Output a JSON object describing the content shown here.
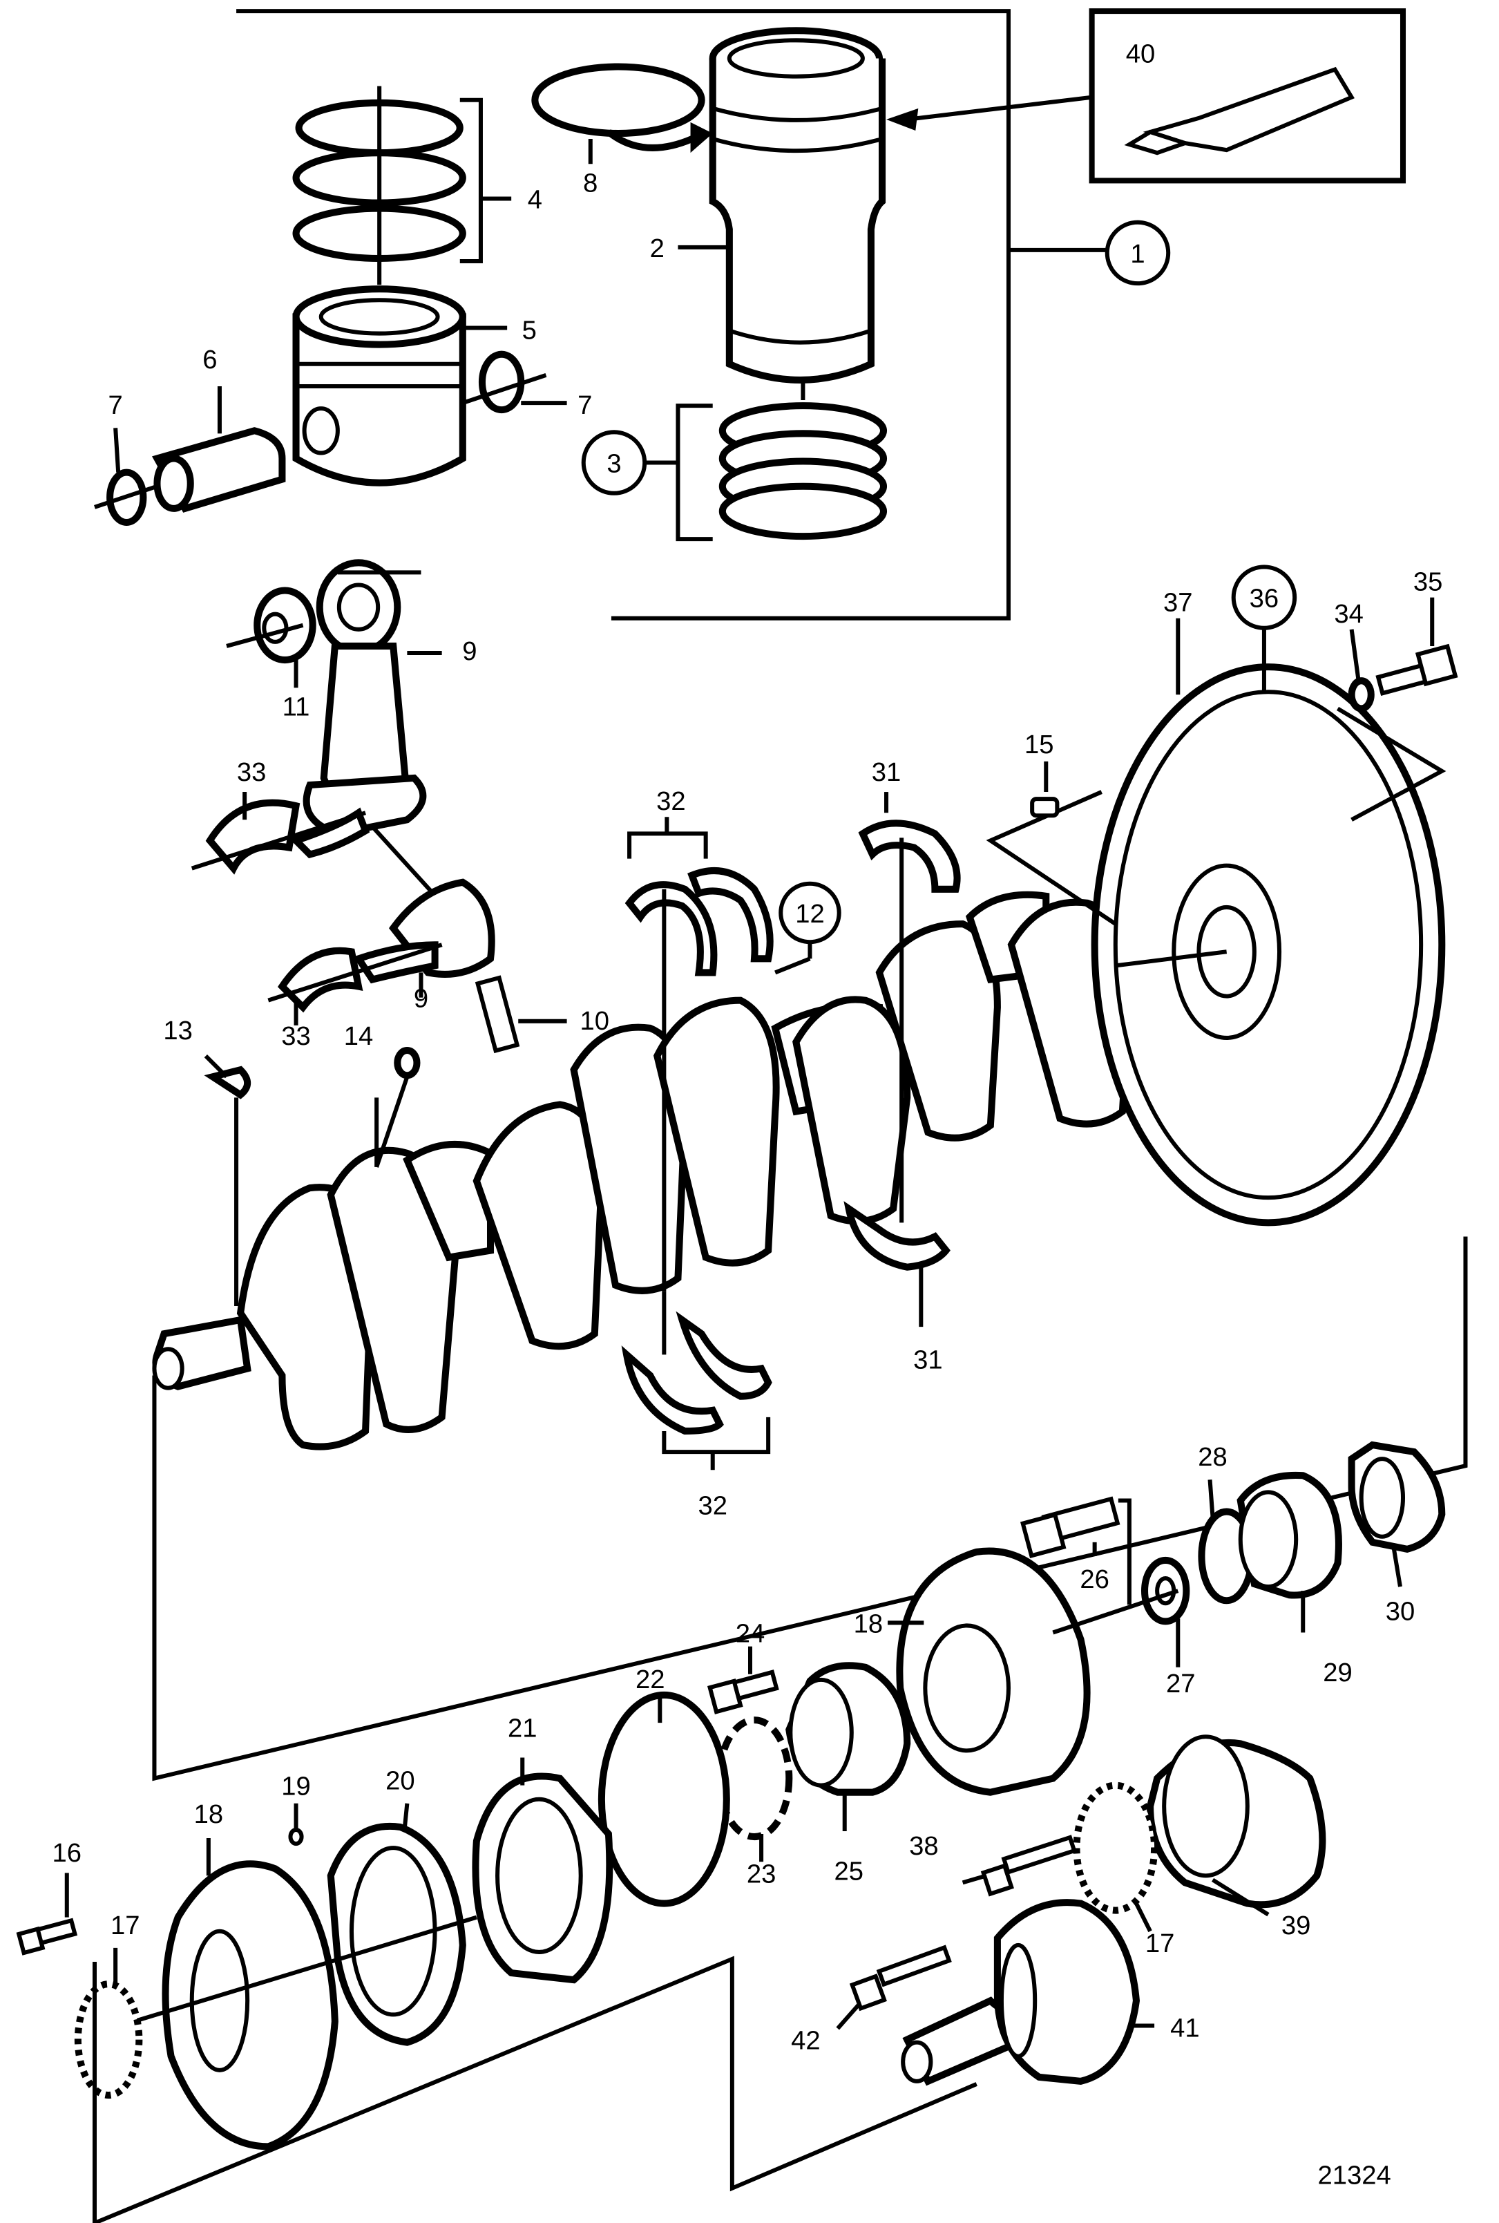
{
  "drawing_number": "21324",
  "labels": {
    "l1": "1",
    "l2": "2",
    "l3": "3",
    "l4": "4",
    "l5": "5",
    "l6": "6",
    "l7": "7",
    "l8": "8",
    "l9": "9",
    "l10": "10",
    "l11": "11",
    "l12": "12",
    "l13": "13",
    "l14": "14",
    "l15": "15",
    "l16": "16",
    "l17": "17",
    "l18": "18",
    "l19": "19",
    "l20": "20",
    "l21": "21",
    "l22": "22",
    "l23": "23",
    "l24": "24",
    "l25": "25",
    "l26": "26",
    "l27": "27",
    "l28": "28",
    "l29": "29",
    "l30": "30",
    "l31": "31",
    "l32": "32",
    "l33": "33",
    "l34": "34",
    "l35": "35",
    "l36": "36",
    "l37": "37",
    "l38": "38",
    "l39": "39",
    "l40": "40",
    "l41": "41",
    "l42": "42"
  }
}
